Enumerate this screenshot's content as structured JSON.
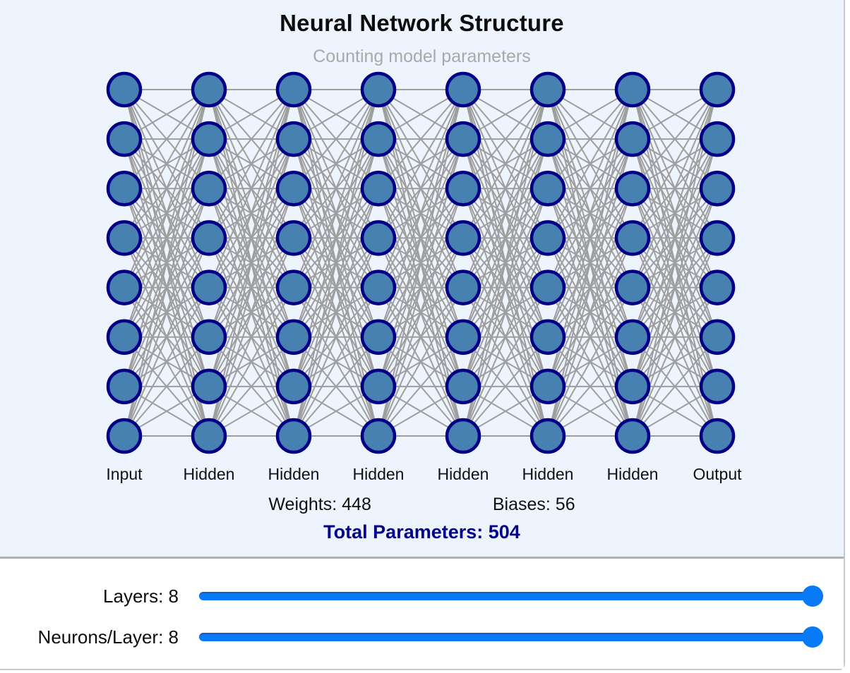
{
  "panel": {
    "background": "#eef4fd",
    "title": "Neural Network Structure",
    "subtitle": "Counting model parameters"
  },
  "network": {
    "layers": 8,
    "neurons_per_layer": 8,
    "layer_labels": [
      "Input",
      "Hidden",
      "Hidden",
      "Hidden",
      "Hidden",
      "Hidden",
      "Hidden",
      "Output"
    ],
    "neuron_fill": "#4681b2",
    "neuron_stroke": "#000087",
    "connection_color": "#9e9e9e"
  },
  "stats": {
    "weights_text": "Weights: 448",
    "biases_text": "Biases: 56",
    "total_text": "Total Parameters: 504",
    "weights": 448,
    "biases": 56,
    "total": 504,
    "total_color": "#00008b"
  },
  "controls": {
    "accent": "#087af8",
    "sliders": [
      {
        "label": "Layers: 8",
        "value": 8,
        "fraction": 1
      },
      {
        "label": "Neurons/Layer: 8",
        "value": 8,
        "fraction": 1
      }
    ]
  }
}
